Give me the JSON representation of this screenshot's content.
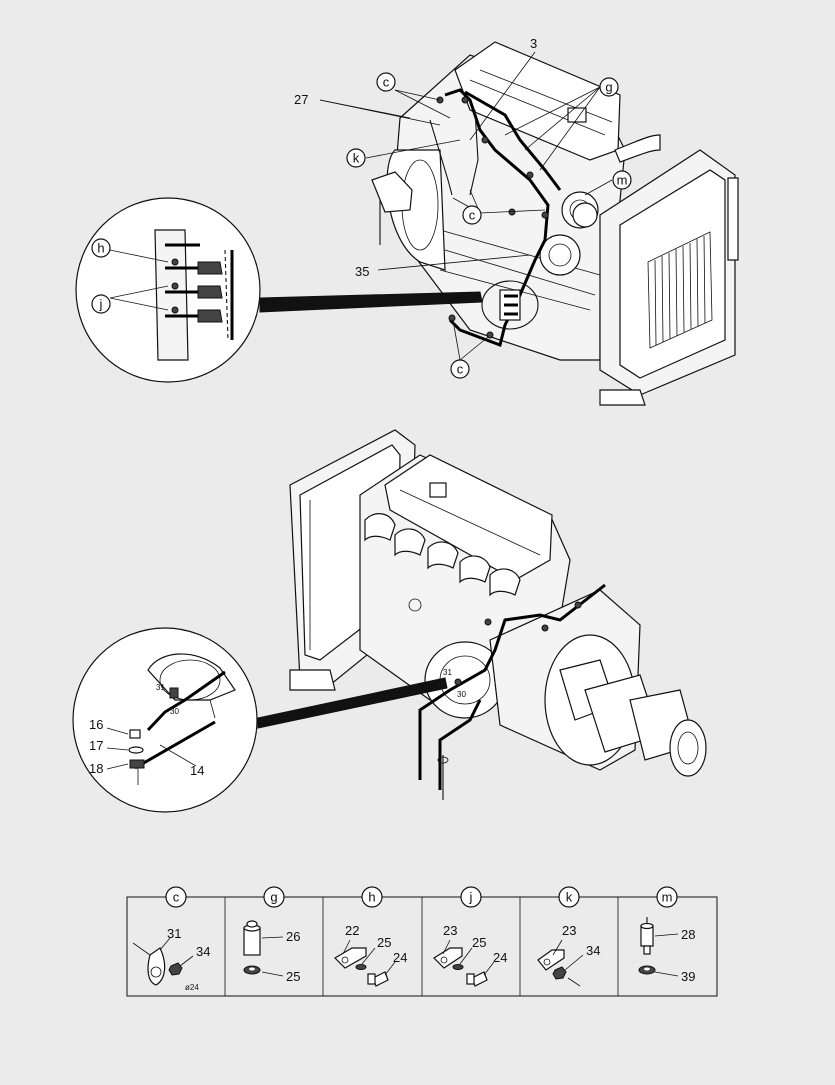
{
  "callouts": {
    "top": {
      "n3": "3",
      "n27": "27",
      "n35": "35",
      "c1": "c",
      "c2": "c",
      "c3": "c",
      "g": "g",
      "k": "k",
      "m": "m",
      "h": "h",
      "j": "j"
    },
    "bottom": {
      "n16": "16",
      "n17": "17",
      "n18": "18",
      "n14": "14",
      "n31a": "31",
      "n30a": "30",
      "n31b": "31",
      "n30b": "30"
    }
  },
  "legend": {
    "headers": [
      "c",
      "g",
      "h",
      "j",
      "k",
      "m"
    ],
    "c": {
      "a": "31",
      "b": "34",
      "dia": "ø24"
    },
    "g": {
      "a": "26",
      "b": "25"
    },
    "h": {
      "a": "22",
      "b": "25",
      "c": "24"
    },
    "j": {
      "a": "23",
      "b": "25",
      "c": "24"
    },
    "k": {
      "a": "23",
      "b": "34"
    },
    "m": {
      "a": "28",
      "b": "39"
    }
  }
}
